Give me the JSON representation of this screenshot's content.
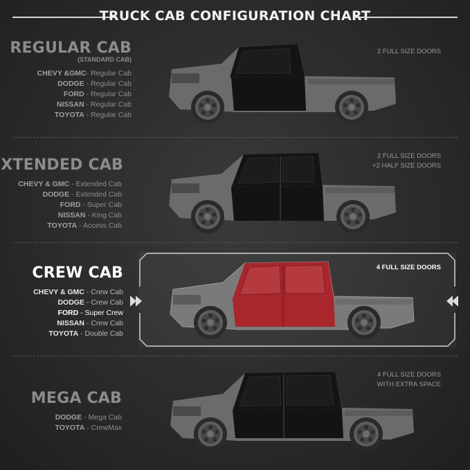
{
  "header": {
    "title": "TRUCK CAB CONFIGURATION CHART"
  },
  "sections": [
    {
      "title": "REGULAR CAB",
      "subtitle": "(STANDARD CAB)",
      "doors": [
        "2 FULL SIZE DOORS"
      ],
      "items": [
        {
          "brand": "CHEVY &GMC",
          "sep": "- ",
          "model": "Regular Cab"
        },
        {
          "brand": "DODGE",
          "sep": " - ",
          "model": "Regular Cab"
        },
        {
          "brand": "FORD",
          "sep": " - ",
          "model": "Regular Cab"
        },
        {
          "brand": "NISSAN",
          "sep": " - ",
          "model": "Regular Cab"
        },
        {
          "brand": "TOYOTA",
          "sep": " - ",
          "model": "Regular Cab"
        }
      ]
    },
    {
      "title": "EXTENDED CAB",
      "doors": [
        "2 FULL SIZE DOORS",
        "+2 HALF SIZE DOORS"
      ],
      "items": [
        {
          "brand": "CHEVY & GMC",
          "sep": " - ",
          "model": "Extended Cab"
        },
        {
          "brand": "DODGE",
          "sep": " - ",
          "model": "Extended Cab"
        },
        {
          "brand": "FORD",
          "sep": " - ",
          "model": "Super Cab"
        },
        {
          "brand": "NISSAN",
          "sep": " - ",
          "model": "King Cab"
        },
        {
          "brand": "TOYOTA",
          "sep": " - ",
          "model": "Access Cab"
        }
      ]
    },
    {
      "title": "CREW CAB",
      "doors": [
        "4 FULL SIZE DOORS"
      ],
      "items": [
        {
          "brand": "CHEVY & GMC",
          "sep": " - ",
          "model": "Crew Cab"
        },
        {
          "brand": "DODGE",
          "sep": " - ",
          "model": "Crew Cab"
        },
        {
          "brand": "FORD",
          "sep": " - ",
          "model": "Super Crew"
        },
        {
          "brand": "NISSAN",
          "sep": " - ",
          "model": "Crew Cab"
        },
        {
          "brand": "TOYOTA",
          "sep": " - ",
          "model": "Double Cab"
        }
      ]
    },
    {
      "title": "MEGA CAB",
      "doors": [
        "4 FULL SIZE DOORS",
        "WITH EXTRA SPACE"
      ],
      "items": [
        {
          "brand": "DODGE",
          "sep": " - ",
          "model": "Mega Cab"
        },
        {
          "brand": "TOYOTA",
          "sep": " - ",
          "model": "CrewMax"
        }
      ]
    }
  ],
  "colors": {
    "highlight": "#a8262c",
    "truck_body": "#6a6a6a",
    "cab": "#141414"
  }
}
